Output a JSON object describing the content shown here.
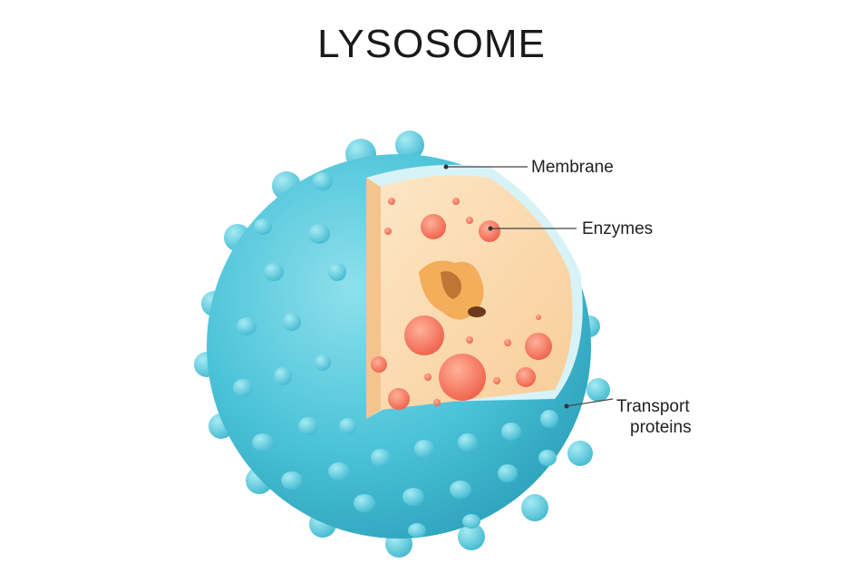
{
  "title": "LYSOSOME",
  "labels": {
    "membrane": "Membrane",
    "enzymes": "Enzymes",
    "transport_line1": "Transport",
    "transport_line2": "proteins"
  },
  "colors": {
    "sphere": "#4cc3d9",
    "sphere_dark": "#2a9fb8",
    "interior": "#fbd9ad",
    "enzyme": "#f2735d",
    "membrane_edge": "#d8f3f8"
  }
}
